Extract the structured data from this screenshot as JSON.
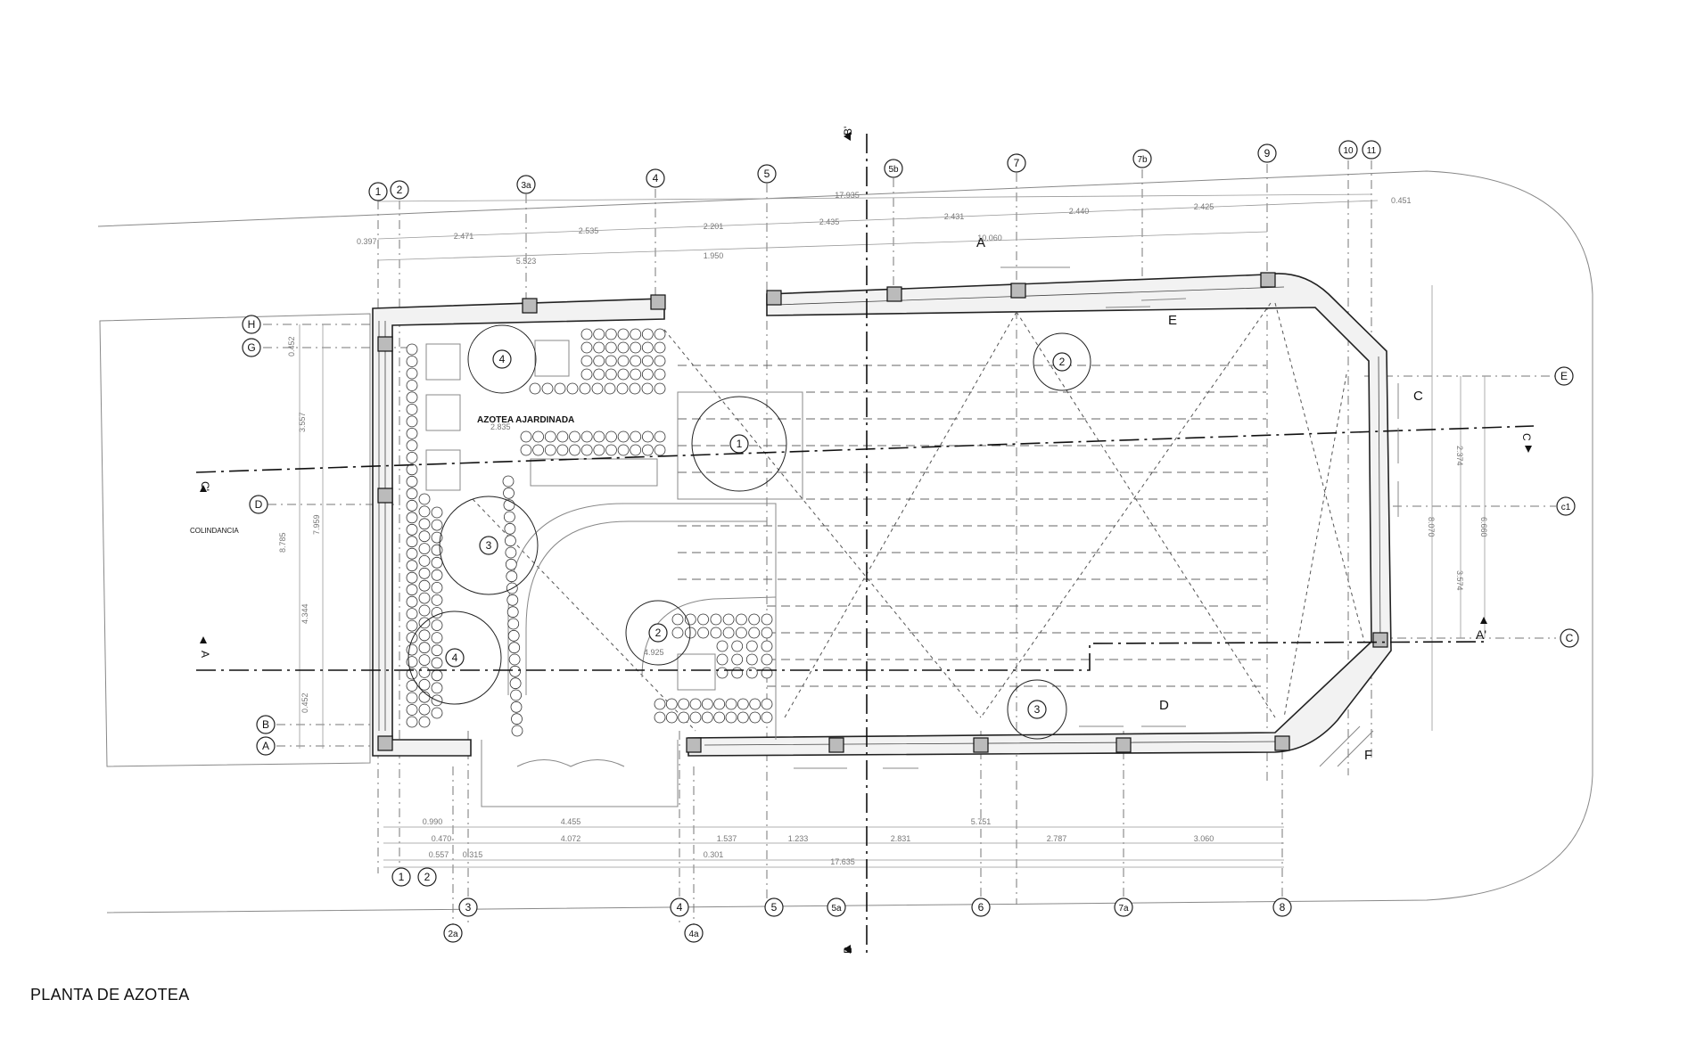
{
  "title": "PLANTA DE AZOTEA",
  "labels": {
    "garden": "AZOTEA AJARDINADA",
    "colindancia": "COLINDANCIA",
    "level_1": "2.835",
    "level_2": "4.925"
  },
  "grid_top": [
    "1",
    "2",
    "3a",
    "4",
    "5",
    "5b",
    "7",
    "7b",
    "9",
    "10",
    "11"
  ],
  "grid_bottom": [
    "1",
    "2",
    "3",
    "4",
    "5",
    "5a",
    "6",
    "7a",
    "8",
    "2a",
    "4a"
  ],
  "grid_left": [
    "H",
    "G",
    "D",
    "B",
    "A"
  ],
  "grid_right": [
    "E",
    "c1",
    "C"
  ],
  "sections": [
    "B'",
    "B",
    "C'",
    "C",
    "A",
    "A'"
  ],
  "zones": [
    "A",
    "E",
    "C",
    "D",
    "F"
  ],
  "plant_types": [
    "1",
    "2",
    "2",
    "3",
    "3",
    "4",
    "4"
  ],
  "dims_top_1": [
    "17.935"
  ],
  "dims_top_2": [
    "0.397",
    "2.471",
    "2.535",
    "2.201",
    "2.435",
    "2.431",
    "2.440",
    "2.425",
    "0.451"
  ],
  "dims_top_3": [
    "5.523",
    "1.950",
    "10.060"
  ],
  "dims_bottom_1": [
    "0.990",
    "4.455",
    "5.751"
  ],
  "dims_bottom_2": [
    "0.470",
    "4.072",
    "1.537",
    "1.233",
    "2.831",
    "2.787",
    "3.060"
  ],
  "dims_bottom_3": [
    "0.557",
    "0.315",
    "0.301"
  ],
  "dims_bottom_4": [
    "17.635"
  ],
  "dims_left": [
    "0.452",
    "3.557",
    "8.785",
    "7.959",
    "4.344",
    "0.452"
  ],
  "dims_right": [
    "2.374",
    "8.070",
    "6.660",
    "3.574"
  ]
}
